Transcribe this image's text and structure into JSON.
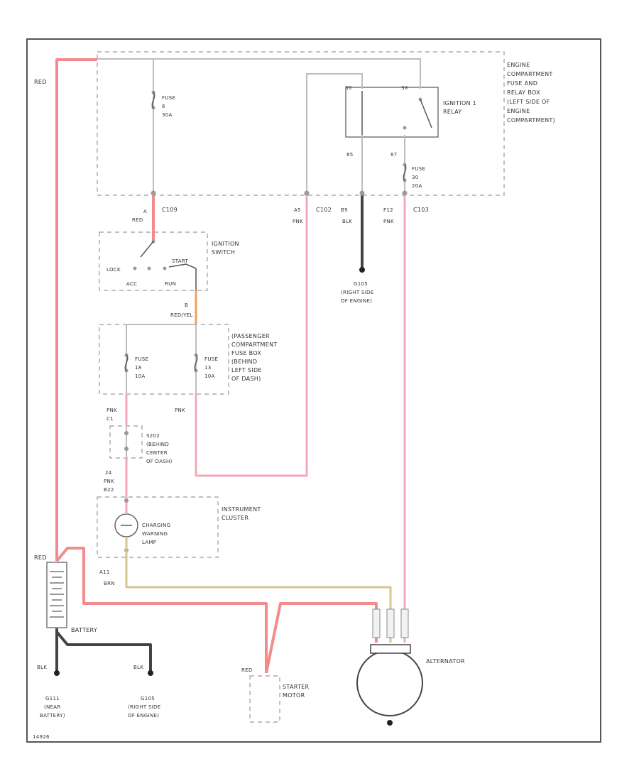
{
  "colors": {
    "red_wire": "#f28b8b",
    "pink_wire": "#f5a9b8",
    "tan_wire": "#d8c48c",
    "black_wire": "#444444",
    "orange_wire": "#f0a060"
  },
  "labels": {
    "red_top": "RED",
    "engine_box": [
      "ENGINE",
      "COMPARTMENT",
      "FUSE AND",
      "RELAY BOX",
      "(LEFT SIDE OF",
      "ENGINE",
      "COMPARTMENT)"
    ],
    "fuse_a": [
      "FUSE",
      "6",
      "30A"
    ],
    "relay_pin_30": "30",
    "relay_pin_3x": "3X",
    "relay_name": [
      "IGNITION 1",
      "RELAY"
    ],
    "pin_85": "85",
    "pin_87": "87",
    "fuse_b": [
      "FUSE",
      "30",
      "20A"
    ],
    "conn_c109": "C109",
    "conn_c102": "C102",
    "conn_c103": "C103",
    "c102_pin": "A5",
    "c102_color": "PNK",
    "pin_b9": "B9",
    "b9_color": "BLK",
    "pin_f12": "F12",
    "f12_color": "PNK",
    "sw_pin_a": "A",
    "sw_wire_red": "RED",
    "ign_switch": [
      "IGNITION",
      "SWITCH"
    ],
    "lock": "LOCK",
    "acc": "ACC",
    "run": "RUN",
    "start": "START",
    "g105": [
      "G105",
      "(RIGHT SIDE",
      "OF ENGINE)"
    ],
    "pb_pin": "B",
    "pb_wire": "RED/YEL",
    "pass_box": [
      "(PASSENGER",
      "COMPARTMENT",
      "FUSE BOX",
      "(BEHIND",
      "LEFT SIDE",
      "OF DASH)"
    ],
    "fuse_c": [
      "FUSE",
      "18",
      "10A"
    ],
    "fuse_d": [
      "FUSE",
      "13",
      "10A"
    ],
    "pnk_left": "PNK",
    "pnk_mid": "PNK",
    "pnk_left_pin": "C1",
    "s202": [
      "S202",
      "(BEHIND",
      "CENTER",
      "OF DASH)"
    ],
    "cluster_pin": "24",
    "cluster_color": "PNK",
    "cluster_conn": "B22",
    "instr_cluster": [
      "INSTRUMENT",
      "CLUSTER"
    ],
    "lamp": [
      "CHARGING",
      "WARNING",
      "LAMP"
    ],
    "red_batt": "RED",
    "a11_pin": "A11",
    "a11_color": "BRN",
    "battery": "BATTERY",
    "blk_1": "BLK",
    "blk_2": "BLK",
    "g111": [
      "G111",
      "(NEAR",
      "BATTERY)"
    ],
    "g105b": [
      "G105",
      "(RIGHT SIDE",
      "OF ENGINE)"
    ],
    "red_starter": "RED",
    "starter": [
      "STARTER",
      "MOTOR"
    ],
    "alternator": "ALTERNATOR",
    "figure_id": "14926"
  }
}
